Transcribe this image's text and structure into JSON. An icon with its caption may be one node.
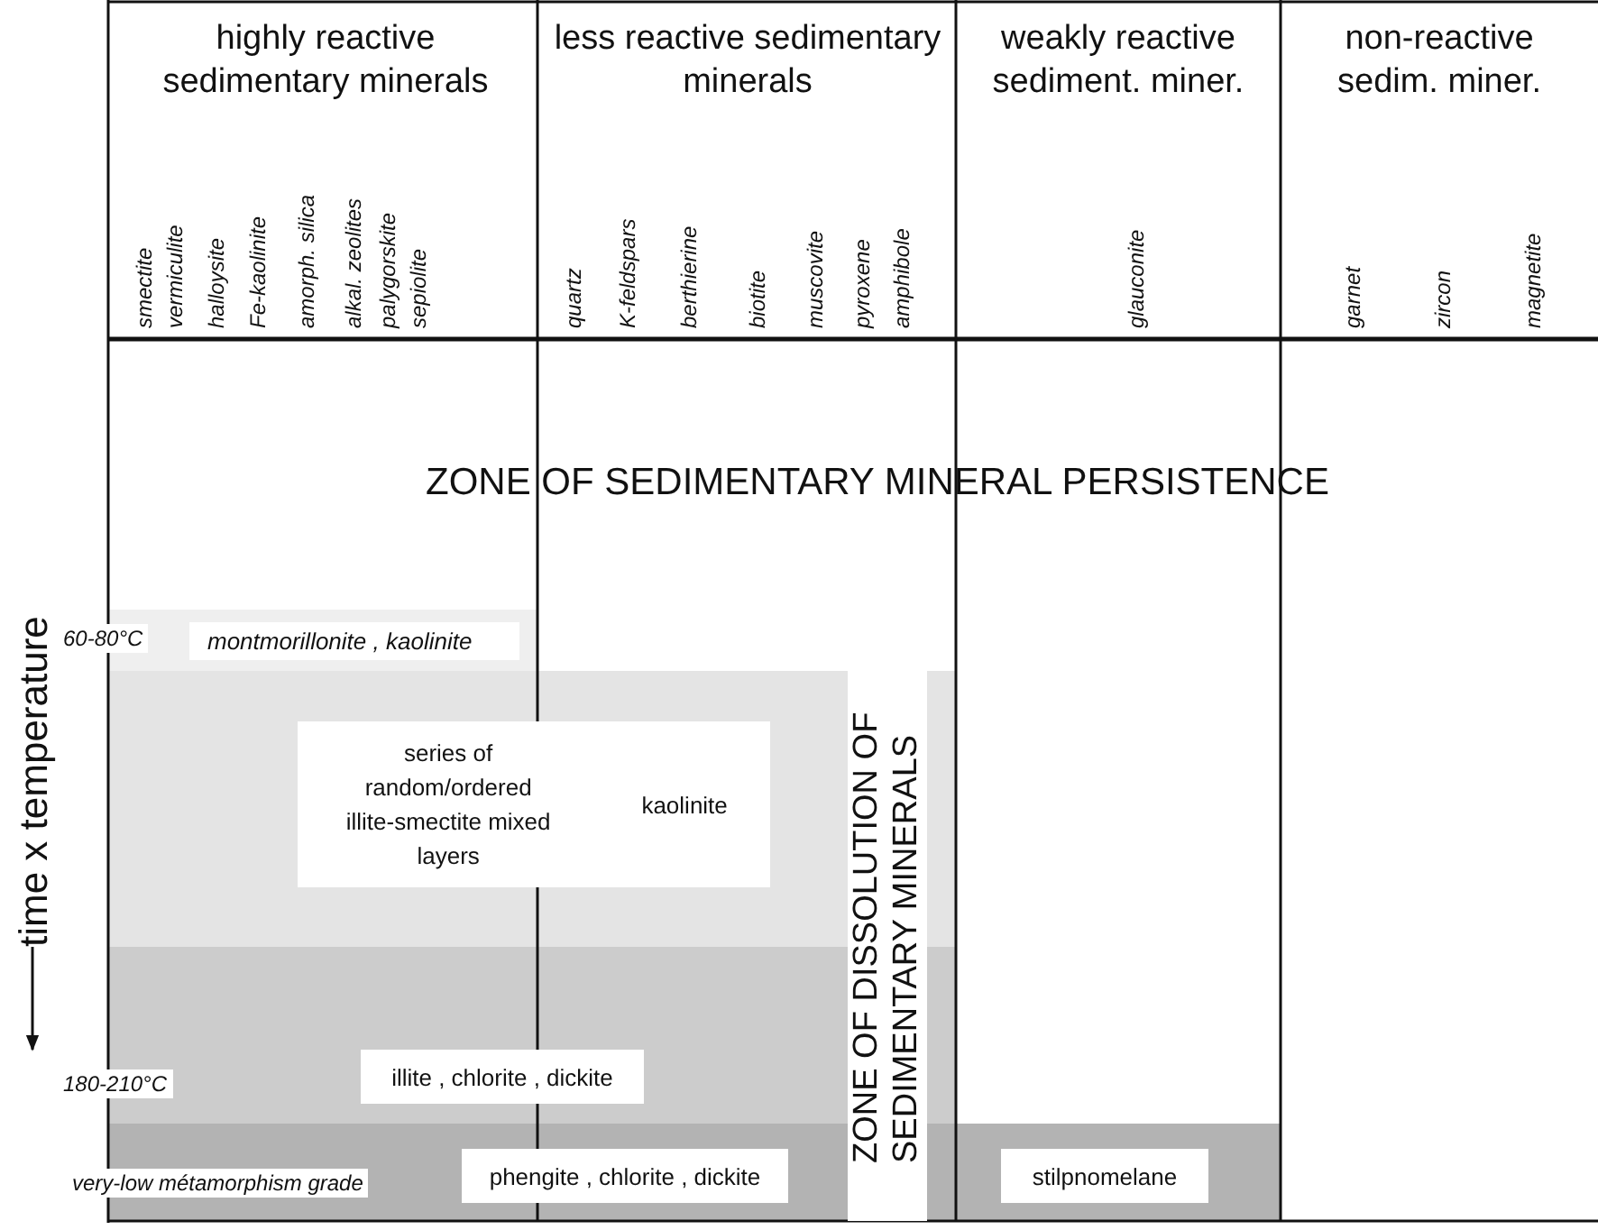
{
  "diagram": {
    "nodes": [
      {
        "text": [
          "montmorillonite , kaolinite"
        ]
      },
      {
        "text": [
          "series of random/ordered illite-smectite mixed layers",
          "kaolinite"
        ]
      },
      {
        "text": [
          "ZONE OF DISSOLUTION OF SEDIMENTARY MINERALS"
        ]
      },
      {
        "text": [
          "illite , chlorite , dickite"
        ]
      },
      {
        "text": [
          "phengite , chlorite , dickite"
        ]
      },
      {
        "text": [
          "stilpnomelane"
        ]
      }
    ],
    "labels": [
      "highly reactive sedimentary minerals",
      "less reactive sedimentary minerals",
      "weakly reactive sediment. miner.",
      "non-reactive sedim. miner.",
      "smectite vermiculite",
      "halloysite",
      "Fe-kaolinite",
      "amorph. silica",
      "alkal. zeolites",
      "palygorskite sepiolite",
      "quartz",
      "K-feldspars",
      "berthierine",
      "biotite",
      "muscovite",
      "pyroxene",
      "amphibole",
      "glauconite",
      "garnet",
      "zircon",
      "magnetite",
      "time x temperature",
      "ZONE OF SEDIMENTARY MINERAL PERSISTENCE",
      "60-80°C",
      "180-210°C",
      "very-low métamorphism grade"
    ]
  }
}
